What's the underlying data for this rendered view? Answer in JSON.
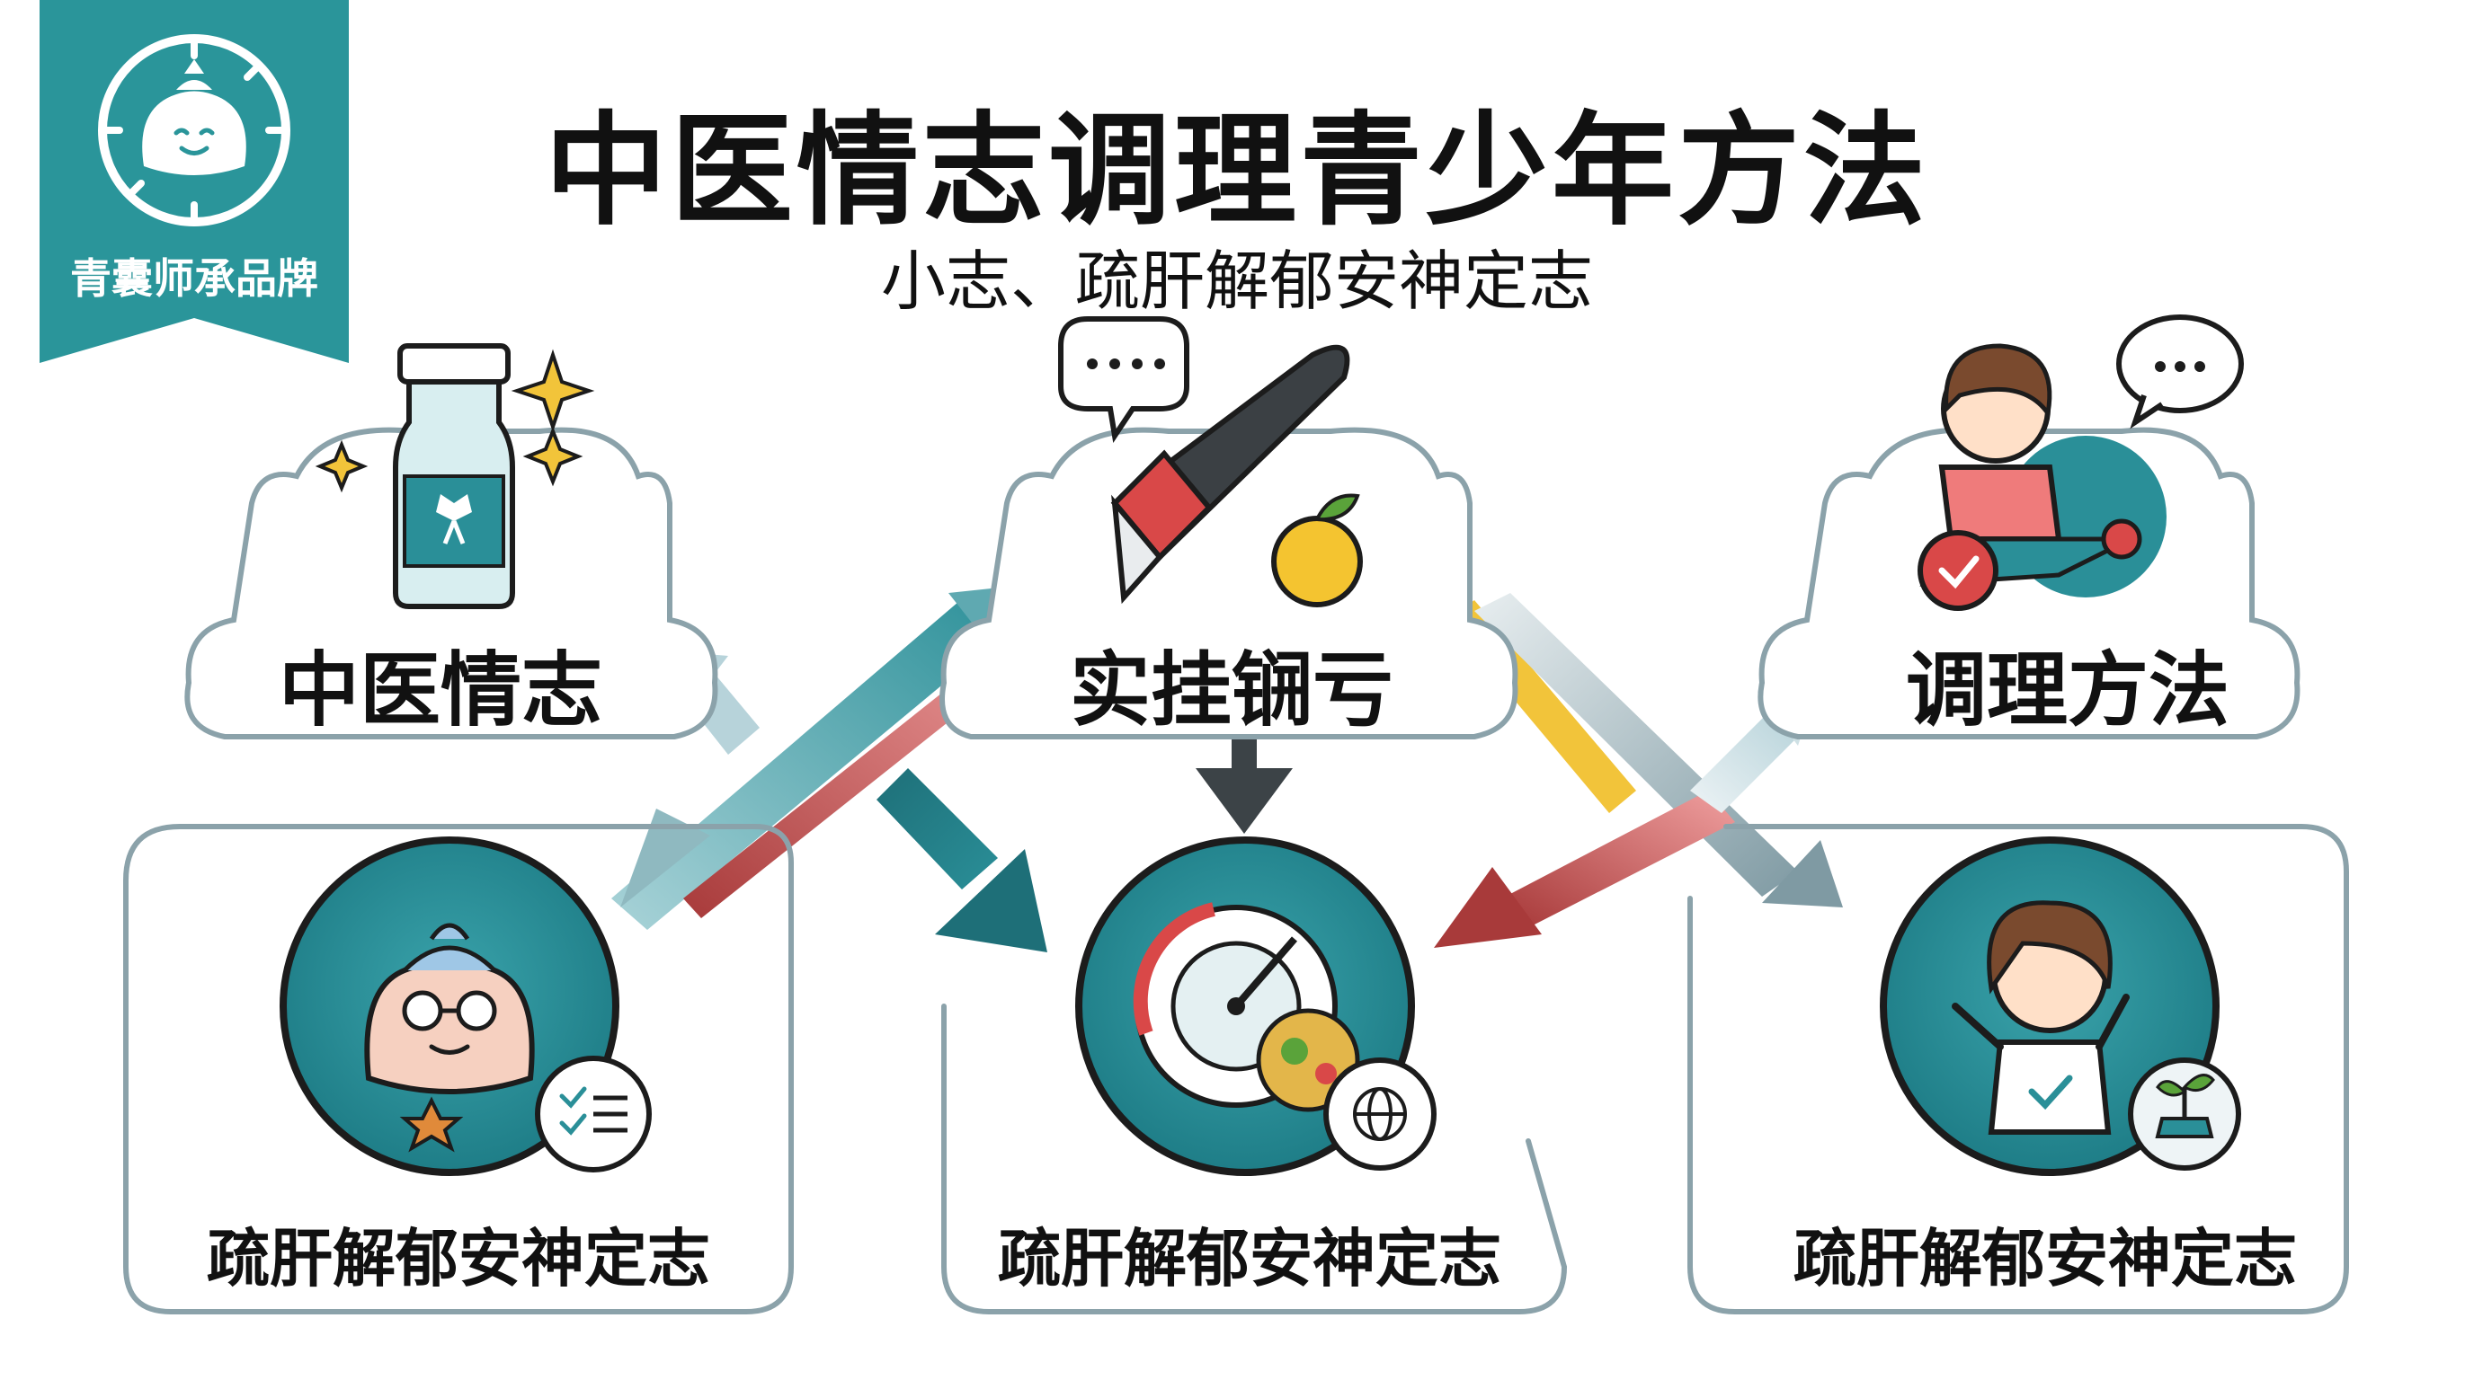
{
  "title": "中医情志调理青少年方法",
  "subtitle": "小志、疏肝解郁安神定志",
  "brand": {
    "text": "青囊师承品牌",
    "color": "#2a959a",
    "icon": "herb-pouch-smile-icon"
  },
  "colors": {
    "teal": "#2a8f98",
    "teal_dark": "#1e6f78",
    "red": "#d94848",
    "yellow": "#f2c43a",
    "outline": "#6e8791"
  },
  "top_nodes": [
    {
      "label": "中医情志",
      "icon": "medicine-bottle-icon"
    },
    {
      "label": "实挂锎亏",
      "icon": "pen-and-fruit-icon"
    },
    {
      "label": "调理方法",
      "icon": "playing-child-icon"
    }
  ],
  "bottom_nodes": [
    {
      "label": "疏肝解郁安神定志",
      "icon": "herb-pouch-with-glasses-icon",
      "badge": "checklist-icon"
    },
    {
      "label": "疏肝解郁安神定志",
      "icon": "gauge-dial-icon",
      "badge": "globe-icon"
    },
    {
      "label": "疏肝解郁安神定志",
      "icon": "happy-child-icon",
      "badge": "seedling-icon"
    }
  ]
}
